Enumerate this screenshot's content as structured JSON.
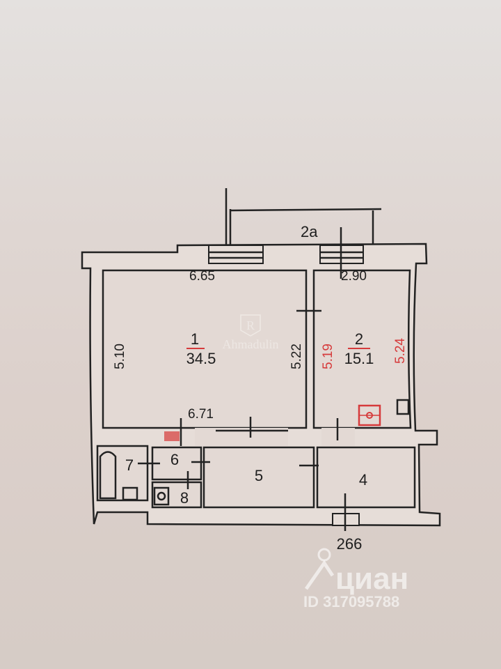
{
  "plan": {
    "balcony_label": "2a",
    "rooms": [
      {
        "number": "1",
        "area": "34.5"
      },
      {
        "number": "2",
        "area": "15.1"
      },
      {
        "number": "4"
      },
      {
        "number": "5"
      },
      {
        "number": "6"
      },
      {
        "number": "7"
      },
      {
        "number": "8"
      }
    ],
    "dimensions": {
      "room1_top": "6.65",
      "room1_bottom": "6.71",
      "room1_left": "5.10",
      "room1_right": "5.22",
      "room2_top": "2.90",
      "room2_left": "5.19",
      "room2_right": "5.24",
      "bottom_marker": "266"
    },
    "colors": {
      "lines": "#222222",
      "annotation_red": "#d63a3b"
    }
  },
  "watermarks": {
    "agency": "Ahmadulin",
    "agency_monogram": "R",
    "site": "циан",
    "listing_id": "ID 317095788"
  }
}
